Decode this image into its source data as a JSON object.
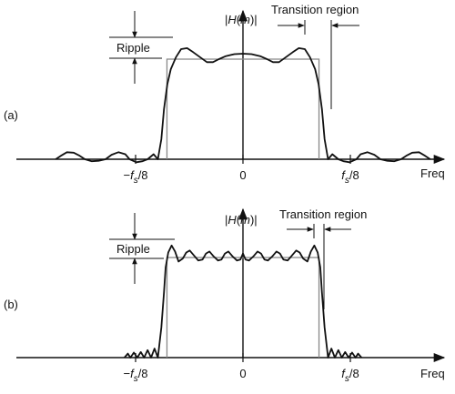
{
  "chart_data": [
    {
      "type": "line",
      "panel_label": "(a)",
      "ylabel_parts": [
        "|",
        "H",
        "(",
        "m",
        ")|"
      ],
      "xlabel": "Freq",
      "xlim": [
        -0.25,
        0.25
      ],
      "ylim": [
        -0.15,
        1.25
      ],
      "x_ticks": [
        {
          "value": -0.125,
          "prefix": "−",
          "var": "f",
          "sub": "s",
          "suffix": "/8"
        },
        {
          "value": 0,
          "text": "0"
        },
        {
          "value": 0.125,
          "prefix": "",
          "var": "f",
          "sub": "s",
          "suffix": "/8"
        }
      ],
      "annotations": {
        "ripple": "Ripple",
        "transition": "Transition region"
      },
      "ideal": {
        "edge": 0.0885,
        "level": 1.0
      },
      "series": [
        {
          "kind": "actual",
          "points": [
            [
              -0.218,
              0.0
            ],
            [
              -0.212,
              0.035
            ],
            [
              -0.205,
              0.07
            ],
            [
              -0.197,
              0.065
            ],
            [
              -0.19,
              0.035
            ],
            [
              -0.184,
              0.0
            ],
            [
              -0.176,
              -0.02
            ],
            [
              -0.168,
              -0.015
            ],
            [
              -0.16,
              0.0
            ],
            [
              -0.153,
              0.045
            ],
            [
              -0.145,
              0.07
            ],
            [
              -0.137,
              0.05
            ],
            [
              -0.132,
              0.0
            ],
            [
              -0.124,
              -0.03
            ],
            [
              -0.117,
              -0.02
            ],
            [
              -0.111,
              0.0
            ],
            [
              -0.104,
              0.05
            ],
            [
              -0.099,
              0.0
            ],
            [
              -0.095,
              0.2
            ],
            [
              -0.092,
              0.5
            ],
            [
              -0.088,
              0.75
            ],
            [
              -0.084,
              0.9
            ],
            [
              -0.078,
              1.02
            ],
            [
              -0.072,
              1.1
            ],
            [
              -0.065,
              1.11
            ],
            [
              -0.058,
              1.07
            ],
            [
              -0.05,
              1.02
            ],
            [
              -0.042,
              0.97
            ],
            [
              -0.035,
              0.97
            ],
            [
              -0.028,
              1.0
            ],
            [
              -0.02,
              1.03
            ],
            [
              -0.01,
              1.05
            ],
            [
              0.0,
              1.055
            ],
            [
              0.01,
              1.05
            ],
            [
              0.02,
              1.03
            ],
            [
              0.028,
              1.0
            ],
            [
              0.035,
              0.97
            ],
            [
              0.042,
              0.97
            ],
            [
              0.05,
              1.02
            ],
            [
              0.058,
              1.07
            ],
            [
              0.065,
              1.11
            ],
            [
              0.072,
              1.1
            ],
            [
              0.078,
              1.02
            ],
            [
              0.084,
              0.9
            ],
            [
              0.088,
              0.75
            ],
            [
              0.092,
              0.5
            ],
            [
              0.095,
              0.2
            ],
            [
              0.099,
              0.0
            ],
            [
              0.104,
              0.05
            ],
            [
              0.111,
              0.0
            ],
            [
              0.117,
              -0.02
            ],
            [
              0.124,
              -0.03
            ],
            [
              0.132,
              0.0
            ],
            [
              0.137,
              0.05
            ],
            [
              0.145,
              0.07
            ],
            [
              0.153,
              0.045
            ],
            [
              0.16,
              0.0
            ],
            [
              0.168,
              -0.015
            ],
            [
              0.176,
              -0.02
            ],
            [
              0.184,
              0.0
            ],
            [
              0.19,
              0.035
            ],
            [
              0.197,
              0.065
            ],
            [
              0.205,
              0.07
            ],
            [
              0.212,
              0.035
            ],
            [
              0.218,
              0.0
            ]
          ]
        }
      ]
    },
    {
      "type": "line",
      "panel_label": "(b)",
      "ylabel_parts": [
        "|",
        "H",
        "(",
        "m",
        ")|"
      ],
      "xlabel": "Freq",
      "xlim": [
        -0.25,
        0.25
      ],
      "ylim": [
        -0.15,
        1.25
      ],
      "x_ticks": [
        {
          "value": -0.125,
          "prefix": "−",
          "var": "f",
          "sub": "s",
          "suffix": "/8"
        },
        {
          "value": 0,
          "text": "0"
        },
        {
          "value": 0.125,
          "prefix": "",
          "var": "f",
          "sub": "s",
          "suffix": "/8"
        }
      ],
      "annotations": {
        "ripple": "Ripple",
        "transition": "Transition region"
      },
      "ideal": {
        "edge": 0.0885,
        "level": 1.0
      },
      "series": [
        {
          "kind": "actual",
          "points": [
            [
              -0.138,
              0.0
            ],
            [
              -0.134,
              0.04
            ],
            [
              -0.131,
              0.0
            ],
            [
              -0.127,
              0.05
            ],
            [
              -0.123,
              0.0
            ],
            [
              -0.119,
              0.055
            ],
            [
              -0.115,
              0.0
            ],
            [
              -0.111,
              0.075
            ],
            [
              -0.107,
              0.0
            ],
            [
              -0.103,
              0.09
            ],
            [
              -0.099,
              0.0
            ],
            [
              -0.095,
              0.3
            ],
            [
              -0.092,
              0.65
            ],
            [
              -0.09,
              0.9
            ],
            [
              -0.087,
              1.05
            ],
            [
              -0.083,
              1.12
            ],
            [
              -0.079,
              1.06
            ],
            [
              -0.075,
              0.96
            ],
            [
              -0.07,
              0.99
            ],
            [
              -0.066,
              1.05
            ],
            [
              -0.062,
              1.07
            ],
            [
              -0.057,
              1.02
            ],
            [
              -0.052,
              0.97
            ],
            [
              -0.047,
              0.98
            ],
            [
              -0.043,
              1.04
            ],
            [
              -0.039,
              1.06
            ],
            [
              -0.034,
              1.01
            ],
            [
              -0.029,
              0.97
            ],
            [
              -0.025,
              0.98
            ],
            [
              -0.021,
              1.04
            ],
            [
              -0.017,
              1.06
            ],
            [
              -0.012,
              1.01
            ],
            [
              -0.007,
              0.97
            ],
            [
              -0.003,
              0.98
            ],
            [
              0.0,
              1.04
            ],
            [
              0.003,
              0.98
            ],
            [
              0.007,
              0.97
            ],
            [
              0.012,
              1.01
            ],
            [
              0.017,
              1.06
            ],
            [
              0.021,
              1.04
            ],
            [
              0.025,
              0.98
            ],
            [
              0.029,
              0.97
            ],
            [
              0.034,
              1.01
            ],
            [
              0.039,
              1.06
            ],
            [
              0.043,
              1.04
            ],
            [
              0.047,
              0.98
            ],
            [
              0.052,
              0.97
            ],
            [
              0.057,
              1.02
            ],
            [
              0.062,
              1.07
            ],
            [
              0.066,
              1.05
            ],
            [
              0.07,
              0.99
            ],
            [
              0.075,
              0.96
            ],
            [
              0.079,
              1.06
            ],
            [
              0.083,
              1.12
            ],
            [
              0.087,
              1.05
            ],
            [
              0.09,
              0.9
            ],
            [
              0.092,
              0.65
            ],
            [
              0.095,
              0.3
            ],
            [
              0.099,
              0.0
            ],
            [
              0.103,
              0.09
            ],
            [
              0.107,
              0.0
            ],
            [
              0.111,
              0.075
            ],
            [
              0.115,
              0.0
            ],
            [
              0.119,
              0.055
            ],
            [
              0.123,
              0.0
            ],
            [
              0.127,
              0.05
            ],
            [
              0.131,
              0.0
            ],
            [
              0.134,
              0.04
            ],
            [
              0.138,
              0.0
            ]
          ]
        }
      ]
    }
  ]
}
